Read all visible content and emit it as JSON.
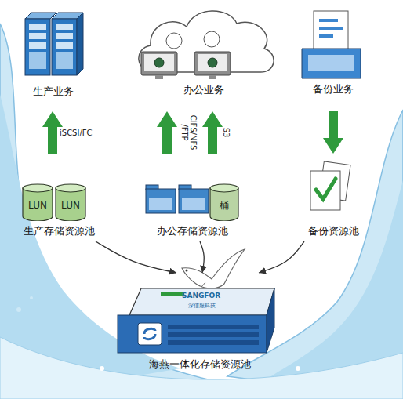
{
  "diagram": {
    "nodes": [
      {
        "text": [
          "生产业务"
        ]
      },
      {
        "text": [
          "办公业务"
        ]
      },
      {
        "text": [
          "备份业务"
        ]
      },
      {
        "text": [
          "生产存储资源池"
        ]
      },
      {
        "text": [
          "LUN"
        ],
        "in": 3
      },
      {
        "text": [
          "LUN"
        ],
        "in": 3
      },
      {
        "text": [
          "办公存储资源池"
        ]
      },
      {
        "text": [
          "桶"
        ],
        "in": 6
      },
      {
        "text": [
          "备份资源池"
        ]
      },
      {
        "text": [
          "海燕一体化存储资源池"
        ]
      }
    ],
    "edges": [
      {
        "from": 3,
        "to": 0,
        "label": "iSCSI/FC",
        "arrow": "to"
      },
      {
        "from": 6,
        "to": 1,
        "label": "CIFS/NFS /FTP",
        "arrow": "to"
      },
      {
        "from": 6,
        "to": 1,
        "label": "S3",
        "arrow": "to"
      },
      {
        "from": 2,
        "to": 8,
        "arrow": "to"
      },
      {
        "from": 3,
        "to": 9,
        "arrow": "to"
      },
      {
        "from": 6,
        "to": 9,
        "arrow": "to"
      },
      {
        "from": 8,
        "to": 9,
        "arrow": "to"
      }
    ],
    "labels": [
      "SANGFOR",
      "深信服科技"
    ]
  }
}
